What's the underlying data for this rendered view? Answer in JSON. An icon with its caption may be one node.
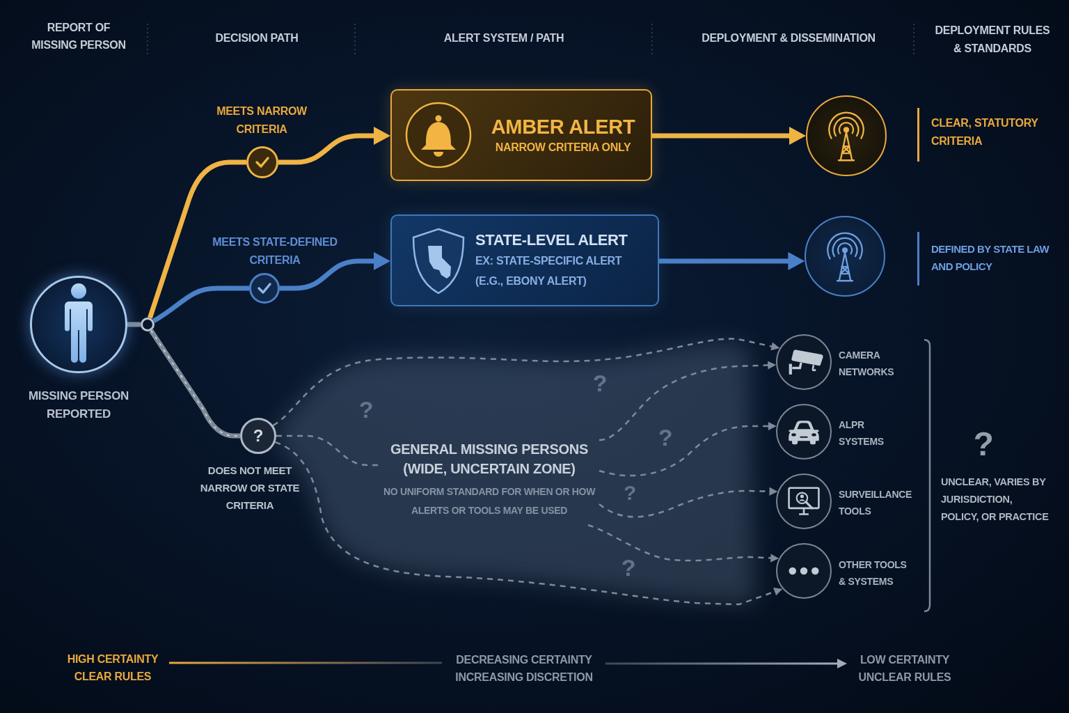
{
  "diagram": {
    "nodes": [
      {
        "text": [],
        "shape": "circle",
        "beside": [
          "MISSING PERSON REPORTED"
        ]
      },
      {
        "text": [],
        "shape": "circle"
      },
      {
        "text": [],
        "shape": "circle",
        "beside": [
          "MEETS NARROW CRITERIA"
        ]
      },
      {
        "text": [
          "AMBER ALERT",
          "NARROW CRITERIA ONLY"
        ]
      },
      {
        "text": [],
        "shape": "circle"
      },
      {
        "text": [],
        "shape": "circle",
        "beside": [
          "MEETS STATE-DEFINED CRITERIA"
        ]
      },
      {
        "text": [
          "STATE-LEVEL ALERT",
          "EX: STATE-SPECIFIC ALERT (E.G., EBONY ALERT)"
        ]
      },
      {
        "text": [],
        "shape": "circle"
      },
      {
        "text": [
          "?"
        ],
        "beside": [
          "DOES NOT MEET NARROW OR STATE CRITERIA"
        ]
      },
      {
        "text": [
          "GENERAL MISSING PERSONS (WIDE, UNCERTAIN ZONE)",
          "NO UNIFORM STANDARD FOR WHEN OR HOW ALERTS OR TOOLS MAY BE USED"
        ]
      },
      {
        "text": [],
        "shape": "circle",
        "beside": [
          "CAMERA NETWORKS"
        ]
      },
      {
        "text": [],
        "shape": "circle",
        "beside": [
          "ALPR SYSTEMS"
        ]
      },
      {
        "text": [],
        "shape": "circle",
        "beside": [
          "SURVEILLANCE TOOLS"
        ]
      },
      {
        "text": [],
        "shape": "circle",
        "beside": [
          "OTHER TOOLS & SYSTEMS"
        ]
      }
    ],
    "edges": [
      {
        "from": 0,
        "to": 1,
        "arrow": "none"
      },
      {
        "from": 1,
        "to": 2,
        "arrow": "none",
        "color": "#f0b444"
      },
      {
        "from": 2,
        "to": 3,
        "arrow": "to",
        "color": "#f0b444"
      },
      {
        "from": 3,
        "to": 4,
        "arrow": "to",
        "color": "#f0b444"
      },
      {
        "from": 1,
        "to": 5,
        "arrow": "none",
        "color": "#4a80c8"
      },
      {
        "from": 5,
        "to": 6,
        "arrow": "to",
        "color": "#4a80c8"
      },
      {
        "from": 6,
        "to": 7,
        "arrow": "to",
        "color": "#4a80c8"
      },
      {
        "from": 1,
        "to": 8,
        "arrow": "none"
      },
      {
        "from": 8,
        "to": 10,
        "arrow": "to",
        "style": "dashed"
      },
      {
        "from": 8,
        "to": 9,
        "arrow": "none",
        "style": "dashed"
      },
      {
        "from": 8,
        "to": 13,
        "arrow": "to",
        "style": "dashed"
      },
      {
        "from": 9,
        "to": 10,
        "arrow": "to",
        "style": "dashed"
      },
      {
        "from": 9,
        "to": 11,
        "arrow": "to",
        "style": "dashed"
      },
      {
        "from": 9,
        "to": 12,
        "arrow": "to",
        "style": "dashed"
      },
      {
        "from": 9,
        "to": 13,
        "arrow": "to",
        "style": "dashed"
      }
    ],
    "labels": [
      "REPORT OF MISSING PERSON",
      "DECISION PATH",
      "ALERT SYSTEM / PATH",
      "DEPLOYMENT & DISSEMINATION",
      "DEPLOYMENT RULES & STANDARDS",
      "CLEAR, STATUTORY CRITERIA",
      "DEFINED BY STATE LAW AND POLICY",
      "?",
      "?",
      "?",
      "?",
      "?",
      "?",
      "UNCLEAR, VARIES BY JURISDICTION, POLICY, OR PRACTICE",
      "HIGH CERTAINTY CLEAR RULES",
      "DECREASING CERTAINTY INCREASING DISCRETION",
      "LOW CERTAINTY UNCLEAR RULES"
    ]
  }
}
